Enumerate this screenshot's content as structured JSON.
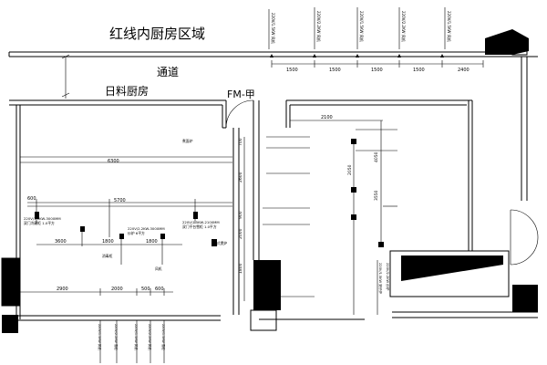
{
  "labels": {
    "zone_title": "红线内厨房区域",
    "corridor": "通道",
    "room_name": "日料厨房",
    "door_tag": "FM-甲"
  },
  "dimensions": {
    "top": [
      "1500",
      "1500",
      "1500",
      "1500",
      "2400"
    ],
    "left_6300": "6300",
    "left_600": "600",
    "left_5700": "5700",
    "left_mid": [
      "3600",
      "1800",
      "1800"
    ],
    "bottom": [
      "2900",
      "2000",
      "500",
      "600"
    ],
    "right_top": "2100",
    "right_vert": [
      "2050",
      "3550",
      "4050"
    ],
    "mid_vert": [
      "700",
      "2600",
      "900",
      "1800",
      "2000"
    ]
  },
  "equipment_labels": {
    "gas_a": "220V/1.5KW-3000MM",
    "gas_b": "220V/2.2KW-3000MM",
    "fan": "双门冷藏柜 1.0平方",
    "stove": "炒炉 6平方",
    "note_1": "220V/1.5KW-2100MM",
    "note_2": "双门平台雪柜 1.0平方",
    "note_3": "消毒柜",
    "note_4": "风机",
    "note_5": "台式煲炉",
    "note_6": "煮面炉"
  }
}
